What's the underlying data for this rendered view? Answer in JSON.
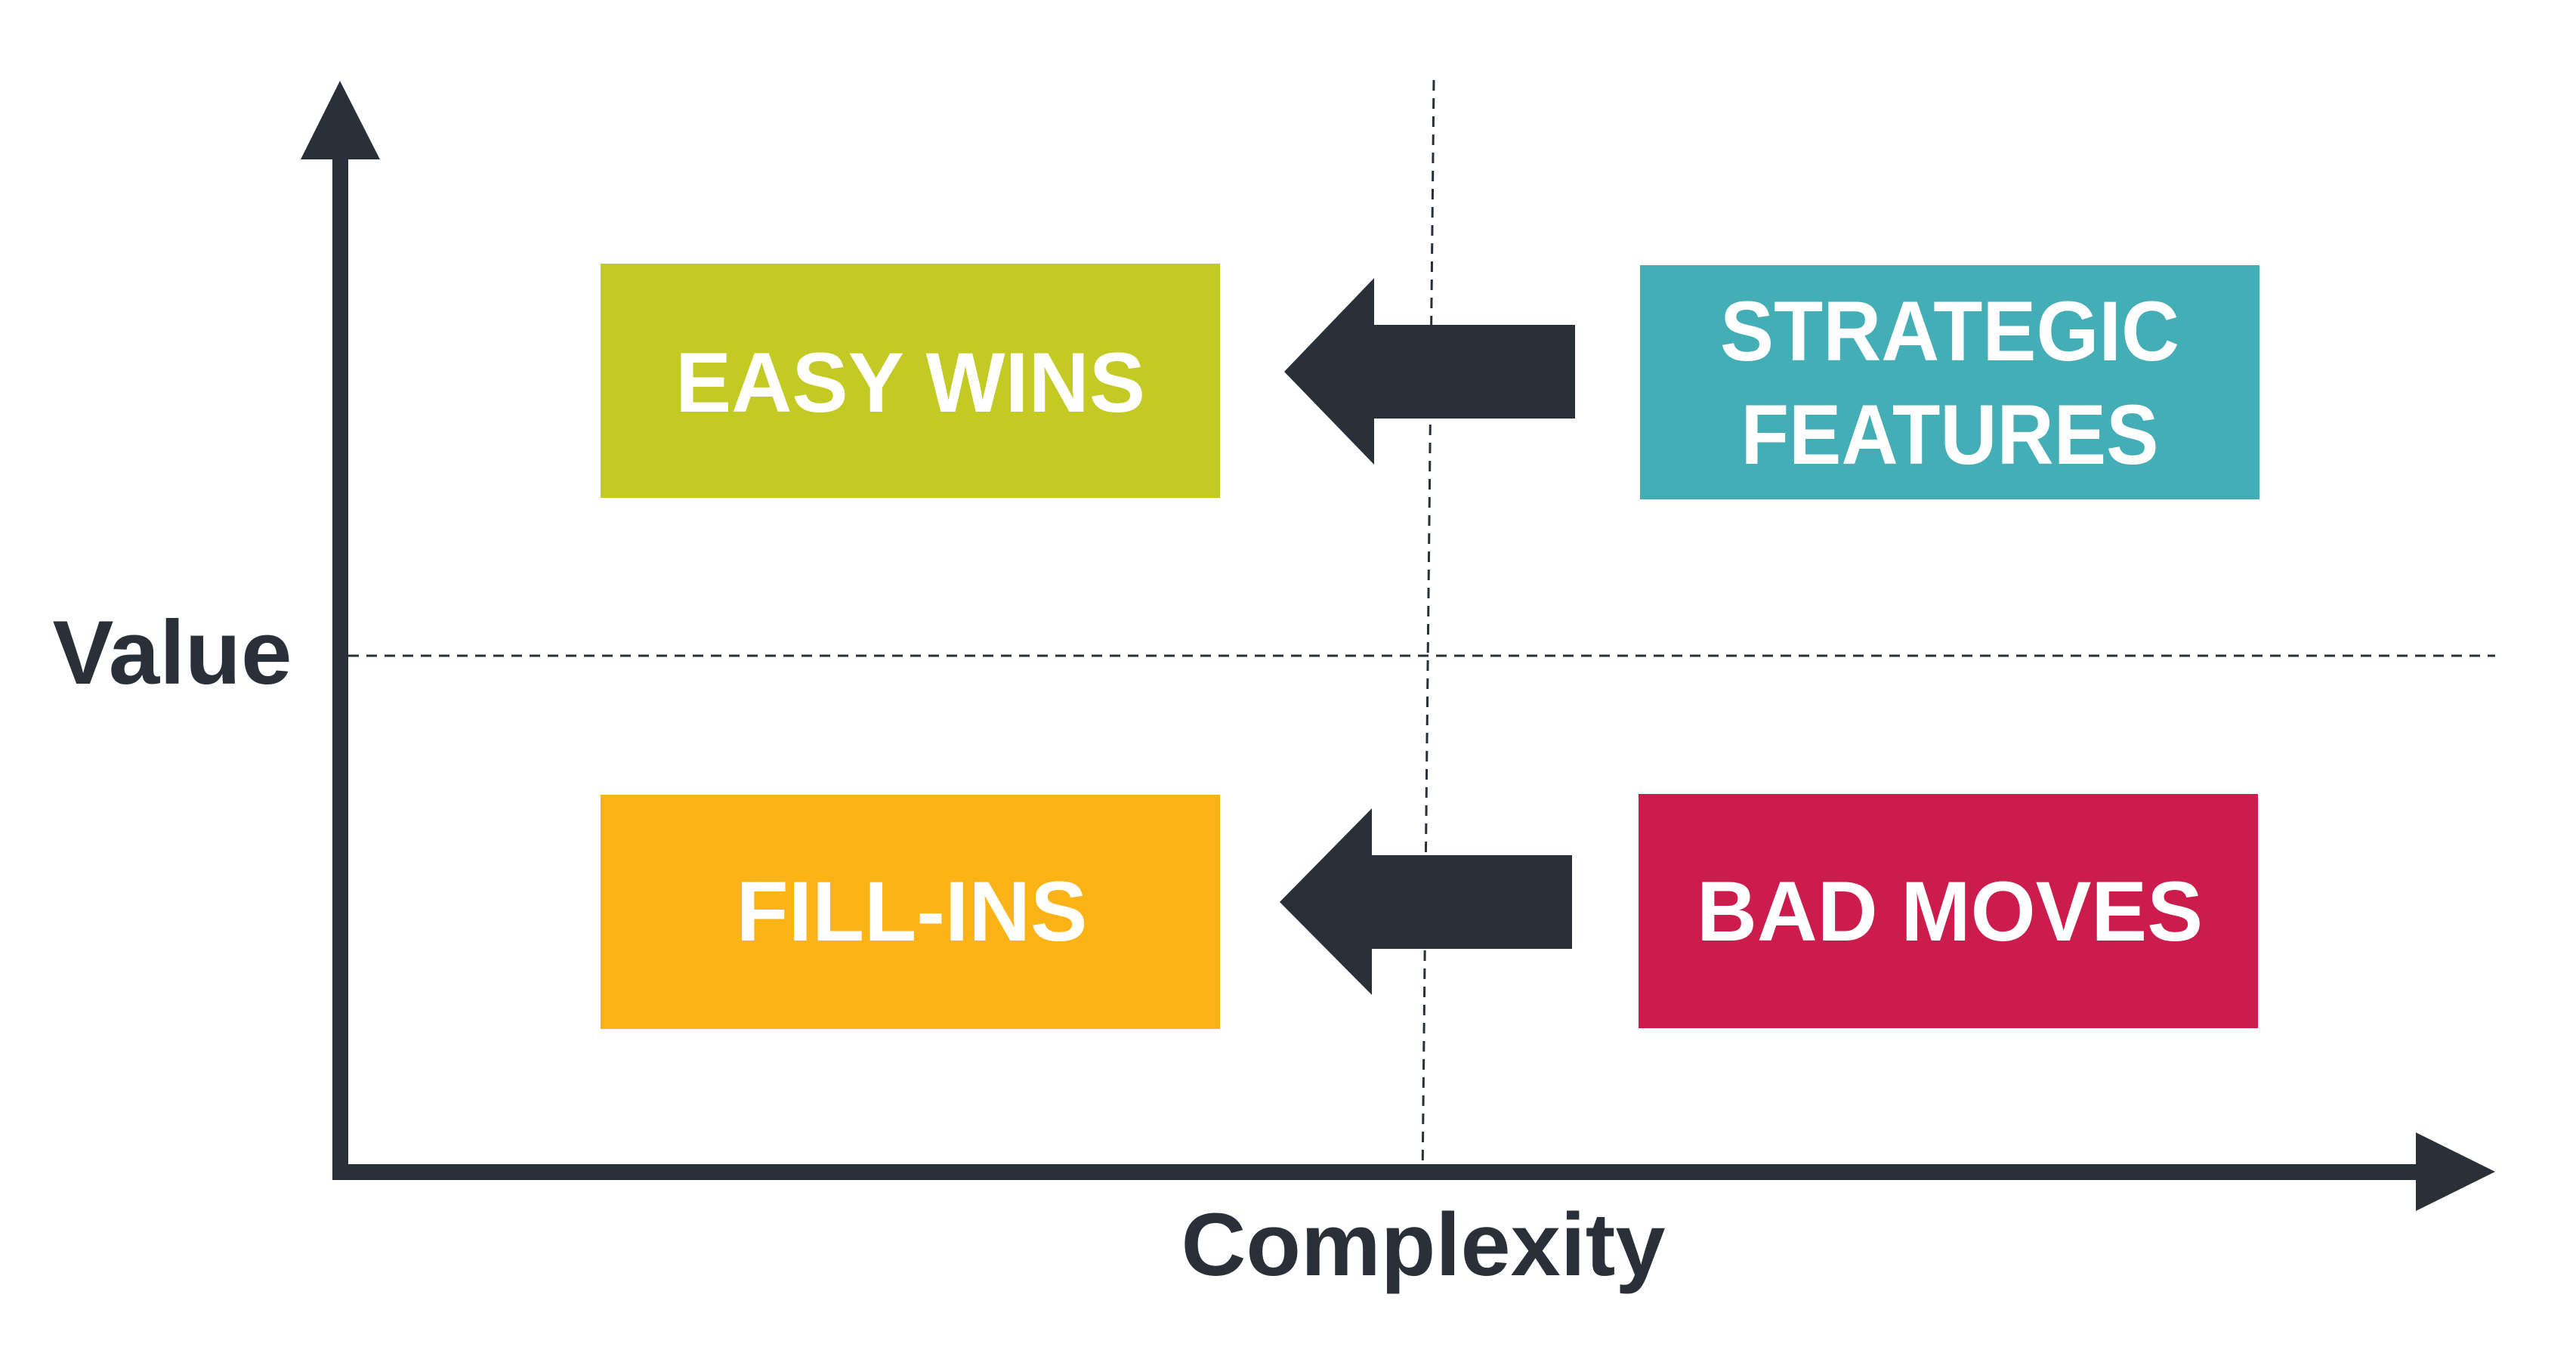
{
  "diagram": {
    "type": "2x2 priority matrix",
    "axes": {
      "y_label": "Value",
      "x_label": "Complexity"
    },
    "colors": {
      "axis": "#29303a",
      "easy_wins": "#c2ca23",
      "strategic_features": "#44aeb7",
      "fill_ins": "#fbb316",
      "bad_moves": "#cb1c4b",
      "label_text": "#ffffff"
    },
    "quadrants": [
      {
        "id": "easy_wins",
        "position": "top-left",
        "lines": [
          "EASY WINS"
        ]
      },
      {
        "id": "strategic_features",
        "position": "top-right",
        "lines": [
          "STRATEGIC",
          "FEATURES"
        ]
      },
      {
        "id": "fill_ins",
        "position": "bottom-left",
        "lines": [
          "FILL-INS"
        ]
      },
      {
        "id": "bad_moves",
        "position": "bottom-right",
        "lines": [
          "BAD MOVES"
        ]
      }
    ],
    "arrows": [
      {
        "from": "strategic_features",
        "to": "easy_wins",
        "direction": "left"
      },
      {
        "from": "bad_moves",
        "to": "fill_ins",
        "direction": "left"
      }
    ]
  }
}
